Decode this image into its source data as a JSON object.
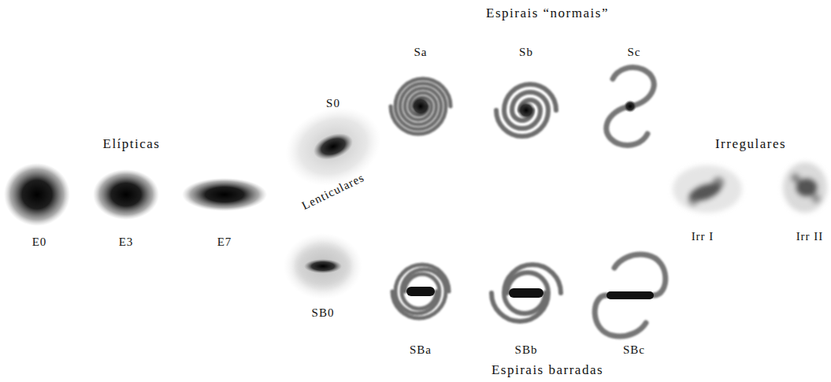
{
  "diagram": {
    "labels": [
      "Espirais “normais”",
      "Sa",
      "Sb",
      "Sc",
      "S0",
      "Elípticas",
      "Irregulares",
      "Lenticulares",
      "E0",
      "E3",
      "E7",
      "Irr I",
      "Irr II",
      "SB0",
      "SBa",
      "SBb",
      "SBc",
      "Espirais barradas"
    ]
  }
}
